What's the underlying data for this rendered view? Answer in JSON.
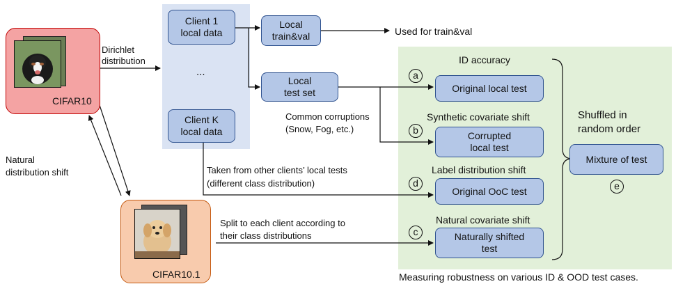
{
  "datasets": {
    "cifar10": {
      "label": "CIFAR10",
      "bg": "#f4a3a3",
      "border": "#c00000"
    },
    "cifar10_1": {
      "label": "CIFAR10.1",
      "bg": "#f8cbad",
      "border": "#c55a11"
    }
  },
  "edges": {
    "dirichlet": [
      "Dirichlet",
      "distribution"
    ],
    "natural_shift": [
      "Natural",
      "distribution shift"
    ],
    "used_for": "Used for train&val",
    "corruptions": [
      "Common corruptions",
      "(Snow, Fog, etc.)"
    ],
    "taken_from": [
      "Taken from other clients’ local tests",
      "(different class distribution)"
    ],
    "split": [
      "Split to each client according to",
      "their class distributions"
    ]
  },
  "clients": {
    "client1": [
      "Client 1",
      "local data"
    ],
    "ellipsis": "...",
    "clientK": [
      "Client K",
      "local data"
    ]
  },
  "local": {
    "train": [
      "Local",
      "train&val"
    ],
    "test": [
      "Local",
      "test set"
    ]
  },
  "tests": {
    "id": {
      "header": "ID accuracy",
      "marker": "a",
      "box": [
        "Original local test"
      ]
    },
    "synthetic": {
      "header": "Synthetic covariate shift",
      "marker": "b",
      "box": [
        "Corrupted",
        "local test"
      ]
    },
    "label": {
      "header": "Label distribution shift",
      "marker": "d",
      "box": [
        "Original OoC test"
      ]
    },
    "natural": {
      "header": "Natural covariate shift",
      "marker": "c",
      "box": [
        "Naturally shifted",
        "test"
      ]
    }
  },
  "mixture": {
    "caption": [
      "Shuffled in",
      "random order"
    ],
    "box": "Mixture of test",
    "marker": "e"
  },
  "footer": "Measuring robustness on various ID & OOD test cases.",
  "colors": {
    "client_panel": "#dae3f3",
    "test_panel": "#e2f0d9",
    "box_fill": "#b4c7e7",
    "box_border": "#2f528f"
  }
}
